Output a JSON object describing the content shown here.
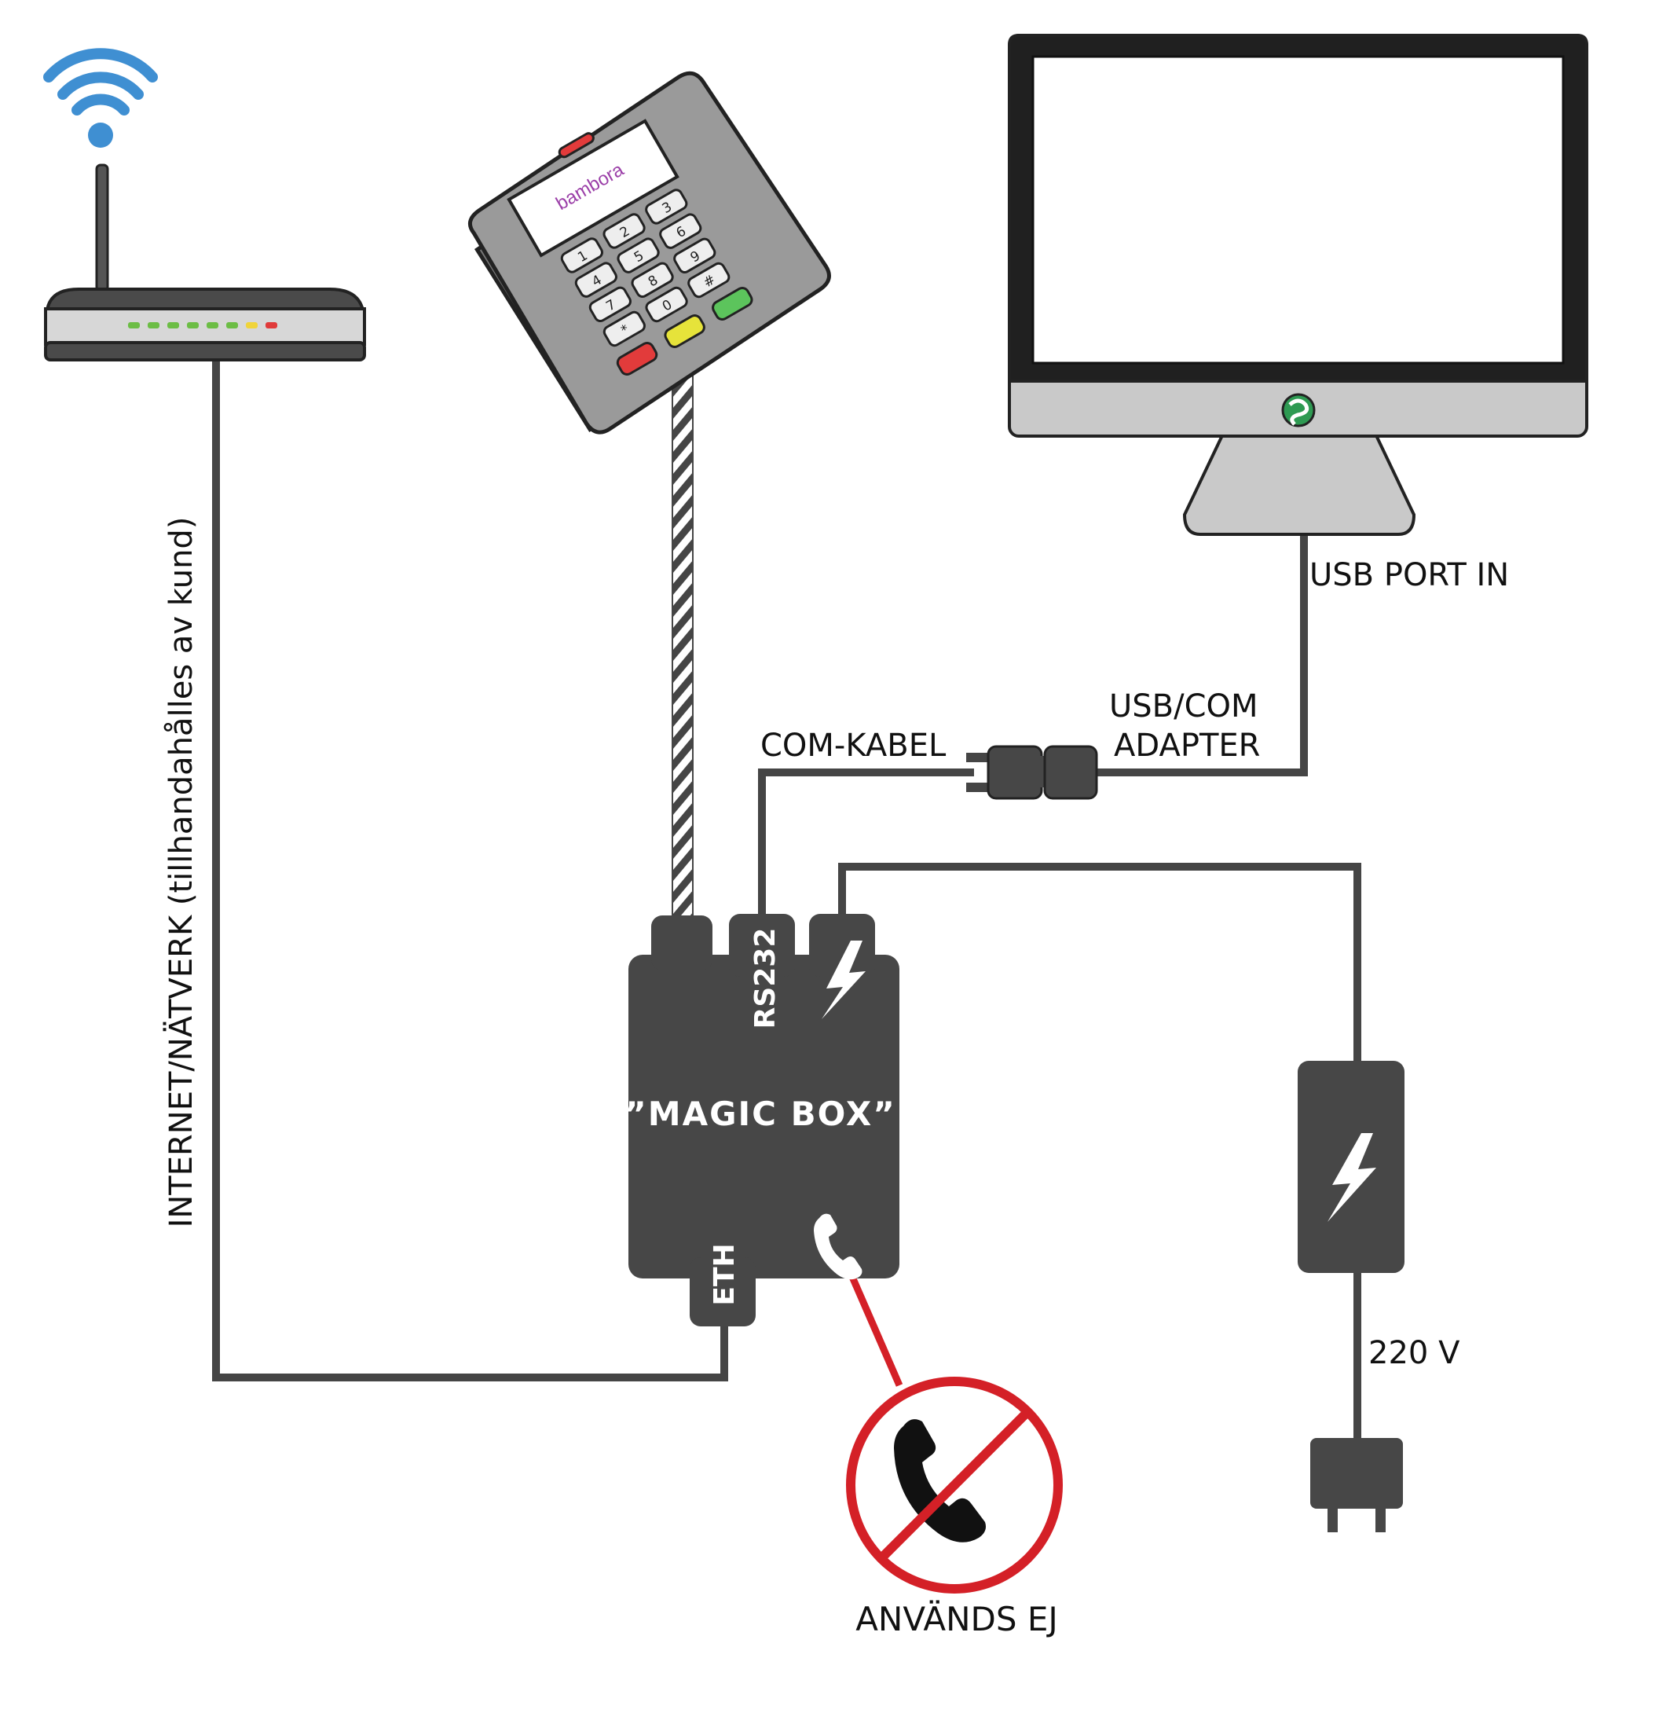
{
  "labels": {
    "internet": "INTERNET/NÄTVERK (tillhandahålles av kund)",
    "usb_port": "USB PORT IN",
    "usb_com_line1": "USB/COM",
    "usb_com_line2": "ADAPTER",
    "com_kabel": "COM-KABEL",
    "rs232": "RS232",
    "magic_box": "”MAGIC BOX”",
    "eth": "ETH",
    "voltage": "220 V",
    "not_used": "ANVÄNDS EJ"
  },
  "terminal": {
    "brand": "bambora",
    "keys": [
      "1",
      "2",
      "3",
      "4",
      "5",
      "6",
      "7",
      "8",
      "9",
      "*",
      "0",
      "#"
    ]
  },
  "colors": {
    "cable": "#454545",
    "box": "#474747",
    "wifi": "#3f8fd2",
    "forbidden": "#d42027",
    "brand": "#9b3fa8"
  },
  "icons": [
    "wifi-icon",
    "lightning-icon",
    "phone-icon",
    "no-phone-icon",
    "power-plug-icon"
  ]
}
